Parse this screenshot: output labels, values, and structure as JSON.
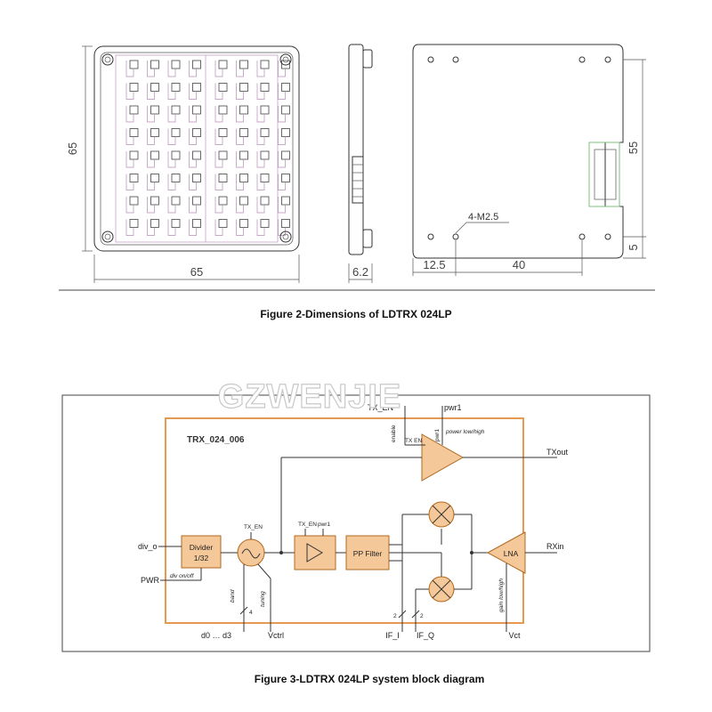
{
  "dimensions": {
    "front_height": "65",
    "front_width": "65",
    "side_thickness": "6.2",
    "back_offset": "12.5",
    "back_hole_span": "40",
    "back_height": "55",
    "back_bottom": "5",
    "hole_label": "4-M2.5"
  },
  "captions": {
    "figure2": "Figure 2-Dimensions of LDTRX 024LP",
    "figure3": "Figure 3-LDTRX 024LP system block diagram"
  },
  "watermark": "GZWENJIE",
  "block_diagram": {
    "module_name": "TRX_024_006",
    "blocks": {
      "divider_line1": "Divider",
      "divider_line2": "1/32",
      "pp_filter": "PP Filter",
      "lna": "LNA"
    },
    "pins": {
      "tx_en": "TX_EN",
      "pwr1": "pwr1",
      "tx_out": "TXout",
      "rx_in": "RXin",
      "div_o": "div_o",
      "pwr": "PWR",
      "d0_d3": "d0 … d3",
      "vctrl": "Vctrl",
      "if_i": "IF_I",
      "if_q": "IF_Q",
      "vct": "Vct"
    },
    "labels": {
      "enable": "enable",
      "tx_en_small": "TX EN",
      "pwr1_small": "pwr1",
      "power_low_high": "power low/high",
      "vco_tx_en": "TX_EN",
      "amp_tx_en": "TX_EN",
      "amp_pwr1": "pwr1",
      "div_on_off": "div on/off",
      "band": "band",
      "bus4": "4",
      "tuning": "tuning",
      "bus2a": "2",
      "bus2b": "2",
      "gain_low_high": "gain low/high"
    }
  }
}
